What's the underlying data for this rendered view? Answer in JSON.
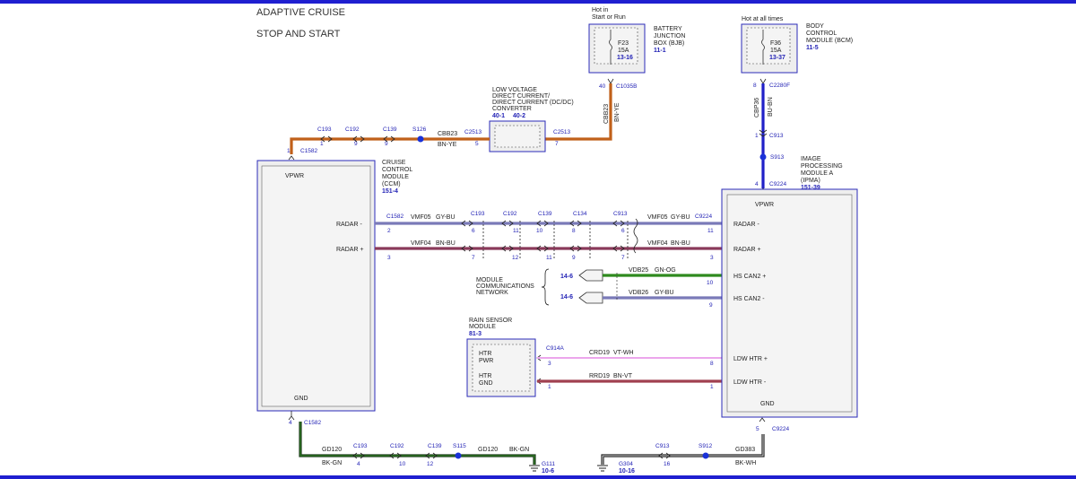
{
  "titles": [
    "ADAPTIVE CRUISE",
    "STOP AND START"
  ],
  "colors": {
    "frame_blue": "#1f1fd0",
    "wire_brown": "#c0601a",
    "wire_violet_grey": "#7a7ab8",
    "wire_brown_blue": "#8a3a5a",
    "wire_green": "#2e8a1e",
    "wire_black": "#1f3a1f",
    "wire_pink": "#e070e0",
    "wire_red": "#a04050",
    "wire_blue": "#2020c8",
    "splice": "#1a32d8",
    "module_fill": "#eeeeee"
  },
  "fuse_bjb": {
    "hot_note_1": "Hot in",
    "hot_note_2": "Start or Run",
    "fuse": "F23",
    "rating": "15A",
    "ref": "13-16",
    "module_1": "BATTERY",
    "module_2": "JUNCTION",
    "module_3": "BOX (BJB)",
    "module_ref": "11-1",
    "pin": "40",
    "connector": "C1035B",
    "circuit": "CBB23",
    "color": "BN-YE"
  },
  "fuse_bcm": {
    "hot_note": "Hot at all times",
    "fuse": "F36",
    "rating": "15A",
    "ref": "13-37",
    "module_1": "BODY",
    "module_2": "CONTROL",
    "module_3": "MODULE (BCM)",
    "module_ref": "11-5",
    "pin": "8",
    "connector": "C2280F",
    "circuit": "CBP36",
    "color": "BU-BN",
    "conn2_pin": "1",
    "conn2": "C913",
    "splice": "S913",
    "ipma_pin": "4",
    "ipma_conn": "C9224"
  },
  "dcdc": {
    "line_1": "LOW VOLTAGE",
    "line_2": "DIRECT CURRENT/",
    "line_3": "DIRECT CURRENT (DC/DC)",
    "line_4": "CONVERTER",
    "ref_1": "40-1",
    "ref_2": "40-2",
    "in_conn": "C2513",
    "in_pin": "5",
    "out_conn": "C2513",
    "out_pin": "7"
  },
  "power_run": {
    "circuit": "CBB23",
    "color": "BN-YE",
    "splice": "S126",
    "connectors": [
      "C193",
      "C192",
      "C139"
    ],
    "pins": [
      "1",
      "9",
      "9"
    ],
    "ccm_pin": "1",
    "ccm_conn": "C1582"
  },
  "ccm": {
    "name_1": "CRUISE",
    "name_2": "CONTROL",
    "name_3": "MODULE",
    "name_4": "(CCM)",
    "ref": "151-4",
    "vpwr": "VPWR",
    "radar_minus": "RADAR -",
    "radar_plus": "RADAR +",
    "gnd": "GND",
    "gnd_pin": "4",
    "gnd_conn": "C1582"
  },
  "radar_minus": {
    "circuit": "VMF05",
    "color": "GY-BU",
    "connectors": [
      "C1582",
      "C193",
      "C192",
      "C139",
      "C134",
      "C913",
      "C9224"
    ],
    "pins_left": [
      "2",
      "6",
      "11",
      "10",
      "8",
      "6",
      "11"
    ]
  },
  "radar_plus": {
    "circuit": "VMF04",
    "color": "BN-BU",
    "pins": [
      "3",
      "7",
      "12",
      "11",
      "9",
      "7",
      "3"
    ]
  },
  "network": {
    "line_1": "MODULE",
    "line_2": "COMMUNICATIONS",
    "line_3": "NETWORK",
    "ref_1": "14-6",
    "ref_2": "14-6",
    "can_plus_circuit": "VDB25",
    "can_plus_color": "GN-OG",
    "can_plus_pin": "10",
    "can_minus_circuit": "VDB26",
    "can_minus_color": "GY-BU",
    "can_minus_pin": "9"
  },
  "rain": {
    "name_1": "RAIN SENSOR",
    "name_2": "MODULE",
    "ref": "81-3",
    "htr_pwr_1": "HTR",
    "htr_pwr_2": "PWR",
    "htr_gnd_1": "HTR",
    "htr_gnd_2": "GND",
    "conn": "C914A",
    "pin_pwr": "3",
    "pin_gnd": "1",
    "pwr_circuit": "CRD19",
    "pwr_color": "VT-WH",
    "gnd_circuit": "RRD19",
    "gnd_color": "BN-VT",
    "ipma_pin_pwr": "8",
    "ipma_pin_gnd": "1"
  },
  "ipma": {
    "name_1": "IMAGE",
    "name_2": "PROCESSING",
    "name_3": "MODULE A",
    "name_4": "(IPMA)",
    "ref": "151-39",
    "vpwr": "VPWR",
    "radar_minus": "RADAR -",
    "radar_plus": "RADAR +",
    "hs_can_plus": "HS CAN2 +",
    "hs_can_minus": "HS CAN2 -",
    "ldw_plus": "LDW HTR +",
    "ldw_minus": "LDW HTR -",
    "gnd": "GND",
    "gnd_pin": "5",
    "gnd_conn": "C9224"
  },
  "ground_left": {
    "circuit_1": "GD120",
    "color_1": "BK-GN",
    "connectors": [
      "C193",
      "C192",
      "C139"
    ],
    "pins": [
      "4",
      "10",
      "12"
    ],
    "splice": "S115",
    "circuit_2": "GD120",
    "color_2": "BK-GN",
    "ground": "G111",
    "ground_ref": "10-6"
  },
  "ground_right": {
    "ground": "G304",
    "ground_ref": "10-16",
    "conn": "C913",
    "pin": "16",
    "splice": "S912",
    "circuit": "GD383",
    "color": "BK-WH"
  }
}
